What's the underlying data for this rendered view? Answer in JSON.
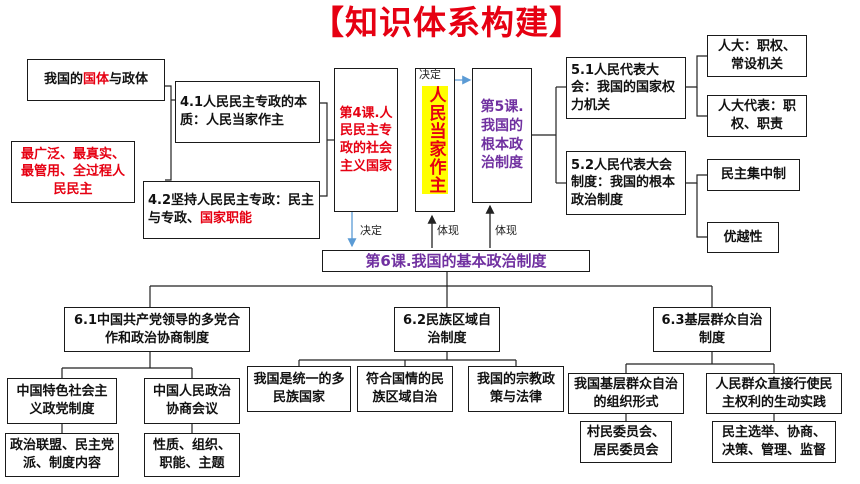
{
  "title": "【知识体系构建】",
  "top": {
    "guoti": {
      "a": "我国的",
      "b": "国体",
      "c": "与政体"
    },
    "democracy": "最广泛、最真实、最管用、全过程人民民主",
    "s41": "4.1人民民主专政的本质：人民当家作主",
    "s42": {
      "a": "4.2坚持人民民主专政：民主与专政、",
      "b": "国家职能"
    },
    "lesson4": "第4课.人民民主专政的社会主义国家",
    "center": "人民当家作主",
    "lesson5": "第5课.我国的根本政治制度",
    "s51": "5.1人民代表大会：我国的国家权力机关",
    "s52": "5.2人民代表大会制度：我国的根本政治制度",
    "npc": "人大：职权、常设机关",
    "deputy": "人大代表：职权、职责",
    "centralism": "民主集中制",
    "superiority": "优越性"
  },
  "labels": {
    "decide1": "决定",
    "decide2": "决定",
    "embody1": "体现",
    "embody2": "体现"
  },
  "lesson6": "第6课.我国的基本政治制度",
  "s61": "6.1中国共产党领导的多党合作和政治协商制度",
  "s62": "6.2民族区域自治制度",
  "s63": "6.3基层群众自治制度",
  "s61a": "中国特色社会主义政党制度",
  "s61b": "中国人民政治协商会议",
  "s61a1": "政治联盟、民主党派、制度内容",
  "s61b1": "性质、组织、职能、主题",
  "s62a": "我国是统一的多民族国家",
  "s62b": "符合国情的民族区域自治",
  "s62c": "我国的宗教政策与法律",
  "s63a": "我国基层群众自治的组织形式",
  "s63b": "人民群众直接行使民主权利的生动实践",
  "s63a1": "村民委员会、居民委员会",
  "s63b1": "民主选举、协商、决策、管理、监督",
  "colors": {
    "red": "#e60012",
    "purple": "#7030a0",
    "highlight": "#ffff00",
    "arrow": "#5b9bd5"
  }
}
